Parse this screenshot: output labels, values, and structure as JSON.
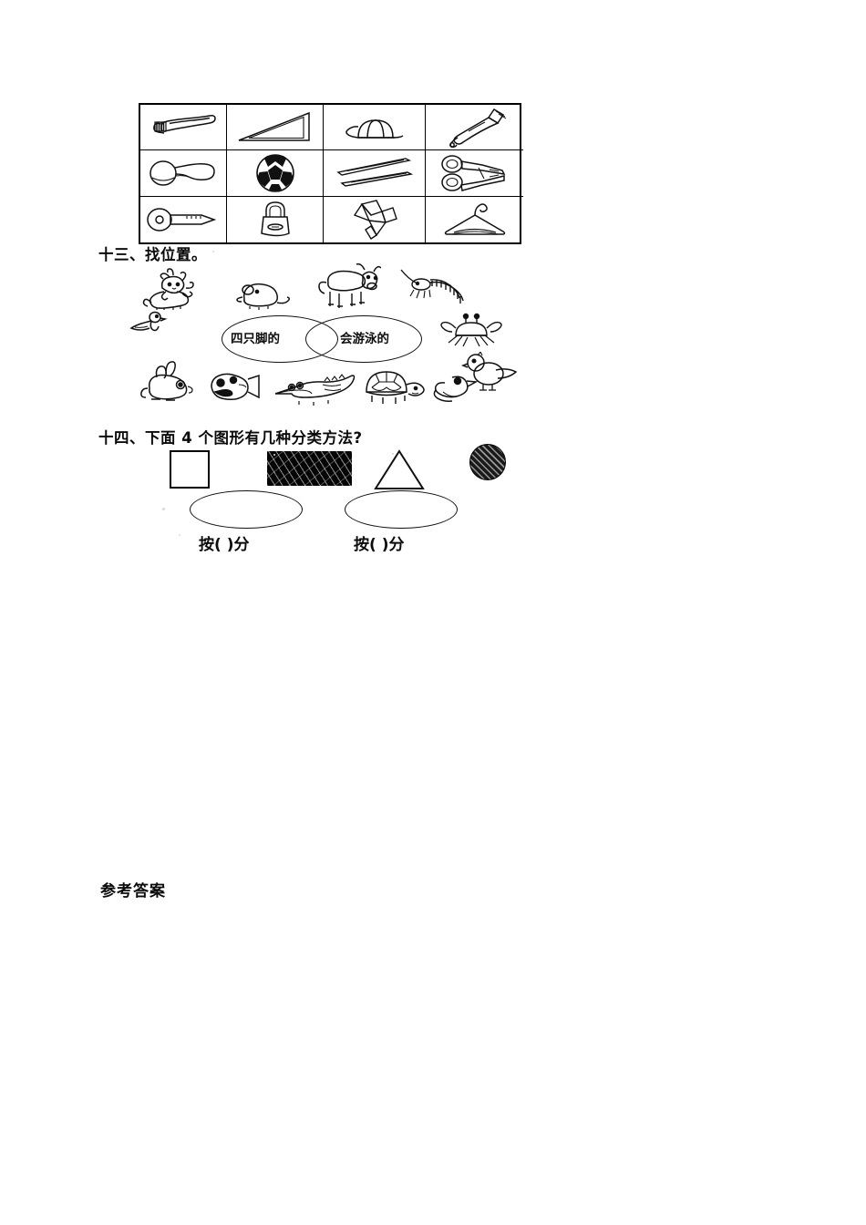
{
  "document": {
    "type": "scanned-worksheet",
    "language": "zh-CN",
    "background_color": "#ffffff",
    "ink_color": "#000000"
  },
  "picture_table": {
    "columns": 4,
    "rows": 3,
    "cells": [
      {
        "icon": "toothbrush-icon",
        "label": "牙刷"
      },
      {
        "icon": "triangle-ruler-icon",
        "label": "三角尺"
      },
      {
        "icon": "cap-icon",
        "label": "帽子"
      },
      {
        "icon": "toothpaste-tube-icon",
        "label": "牙膏"
      },
      {
        "icon": "spoon-icon",
        "label": "勺子"
      },
      {
        "icon": "soccer-ball-icon",
        "label": "足球"
      },
      {
        "icon": "chopsticks-icon",
        "label": "筷子"
      },
      {
        "icon": "scissors-icon",
        "label": "剪刀"
      },
      {
        "icon": "key-icon",
        "label": "钥匙"
      },
      {
        "icon": "padlock-icon",
        "label": "锁"
      },
      {
        "icon": "tangram-arrow-icon",
        "label": "拼图"
      },
      {
        "icon": "clothes-hanger-icon",
        "label": "衣架"
      }
    ]
  },
  "section_13": {
    "heading": "十三、找位置。",
    "venn": {
      "left_label": "四只脚的",
      "right_label": "会游泳的"
    },
    "animals": [
      {
        "icon": "lion-icon",
        "label": "狮子"
      },
      {
        "icon": "mouse-icon",
        "label": "老鼠"
      },
      {
        "icon": "cow-icon",
        "label": "牛"
      },
      {
        "icon": "centipede-icon",
        "label": "蜈蚣"
      },
      {
        "icon": "bird-flying-icon",
        "label": "小鸟"
      },
      {
        "icon": "crab-icon",
        "label": "螃蟹"
      },
      {
        "icon": "rabbit-icon",
        "label": "兔子"
      },
      {
        "icon": "fish-icon",
        "label": "鱼"
      },
      {
        "icon": "crocodile-icon",
        "label": "鳄鱼"
      },
      {
        "icon": "turtle-icon",
        "label": "乌龟"
      },
      {
        "icon": "duck-icon",
        "label": "鸭子"
      },
      {
        "icon": "chick-icon",
        "label": "小鸡"
      }
    ]
  },
  "section_14": {
    "heading": "十四、下面 4 个图形有几种分类方法?",
    "shapes": [
      {
        "icon": "square-outline-icon",
        "label": "正方形",
        "fill": "白色"
      },
      {
        "icon": "rectangle-filled-icon",
        "label": "长方形",
        "fill": "黑色"
      },
      {
        "icon": "triangle-outline-icon",
        "label": "三角形",
        "fill": "白色"
      },
      {
        "icon": "circle-filled-icon",
        "label": "圆形",
        "fill": "黑色"
      }
    ],
    "sort_slots": [
      {
        "label": "按(        )分"
      },
      {
        "label": "按(        )分"
      }
    ]
  },
  "answers": {
    "heading": "参考答案"
  }
}
